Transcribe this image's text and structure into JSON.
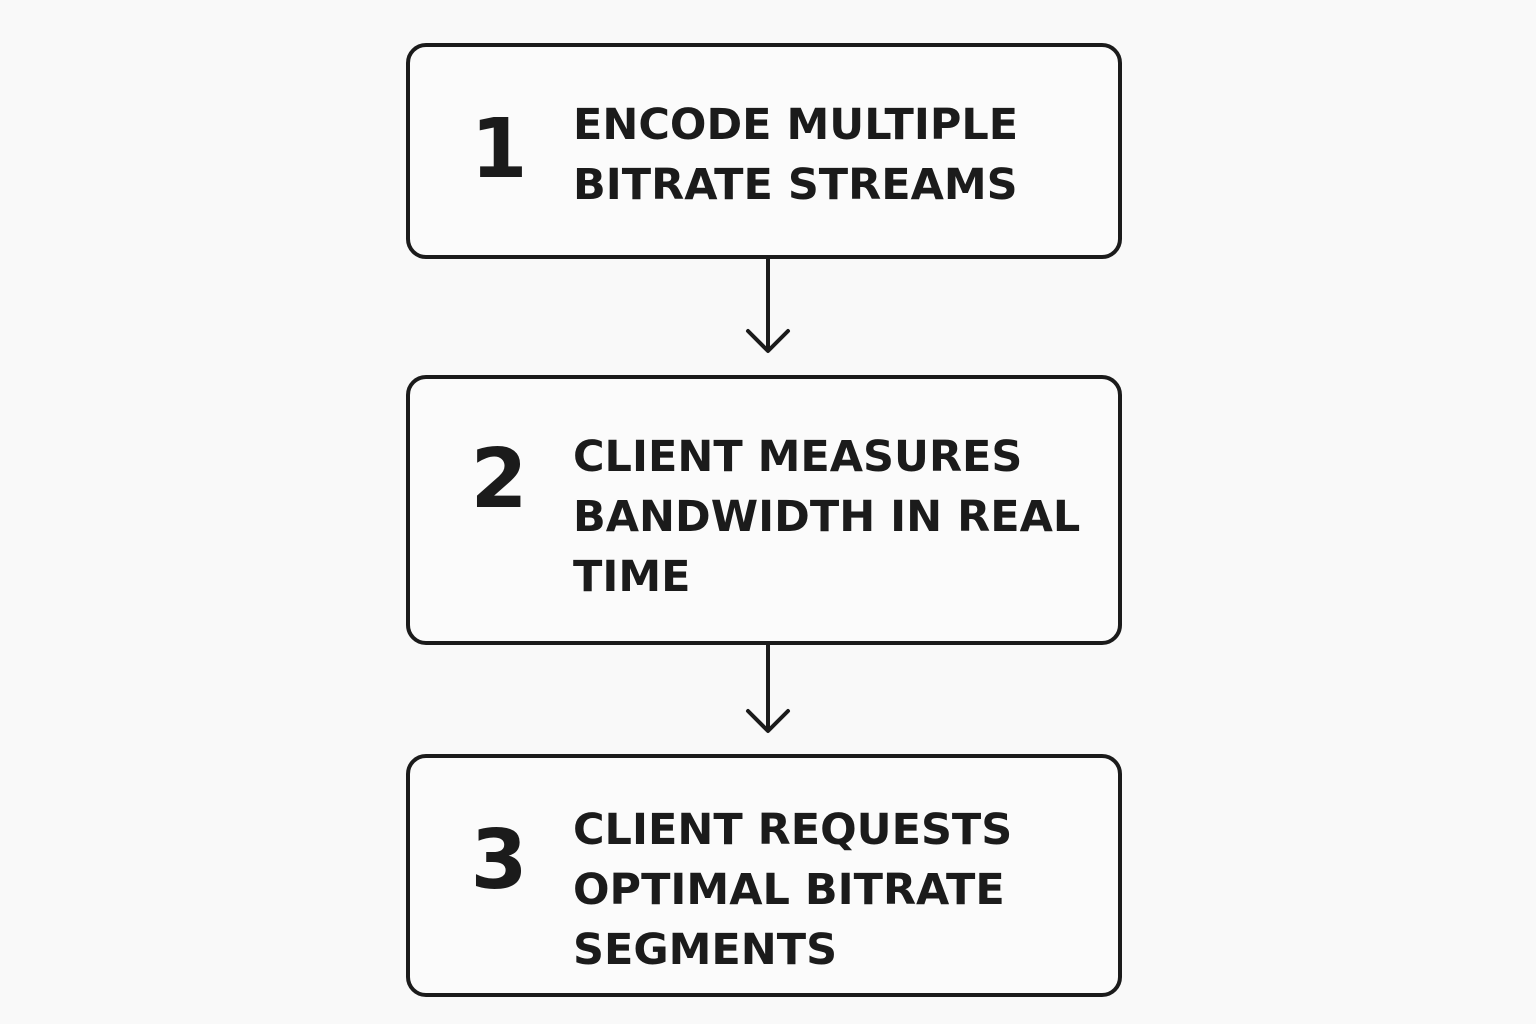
{
  "steps": [
    {
      "number": "1",
      "lines": [
        "ENCODE MULTIPLE",
        "BITRATE STREAMS"
      ]
    },
    {
      "number": "2",
      "lines": [
        "CLIENT MEASURES",
        "BANDWIDTH IN REAL",
        "TIME"
      ]
    },
    {
      "number": "3",
      "lines": [
        "CLIENT REQUESTS",
        "OPTIMAL BITRATE",
        "SEGMENTS"
      ]
    }
  ],
  "colors": {
    "stroke": "#1b1b1b",
    "background": "#f9f9f9"
  }
}
